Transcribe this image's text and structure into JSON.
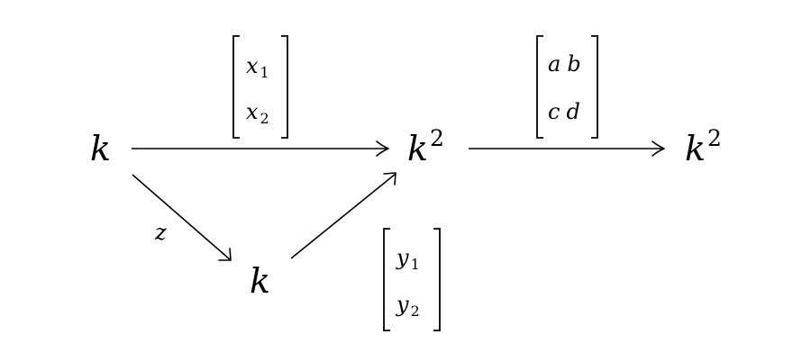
{
  "nodes": {
    "source": {
      "base": "k"
    },
    "middle": {
      "base": "k",
      "exp": "2"
    },
    "target": {
      "base": "k",
      "exp": "2"
    },
    "bottom": {
      "base": "k"
    }
  },
  "arrows": {
    "top_left": {
      "matrix": [
        [
          {
            "base": "x",
            "sub": "1"
          }
        ],
        [
          {
            "base": "x",
            "sub": "2"
          }
        ]
      ]
    },
    "top_right": {
      "matrix": [
        [
          "a",
          "b"
        ],
        [
          "c",
          "d"
        ]
      ]
    },
    "diag_down": {
      "label": "z"
    },
    "diag_up": {
      "matrix": [
        [
          {
            "base": "y",
            "sub": "1"
          }
        ],
        [
          {
            "base": "y",
            "sub": "2"
          }
        ]
      ]
    }
  }
}
